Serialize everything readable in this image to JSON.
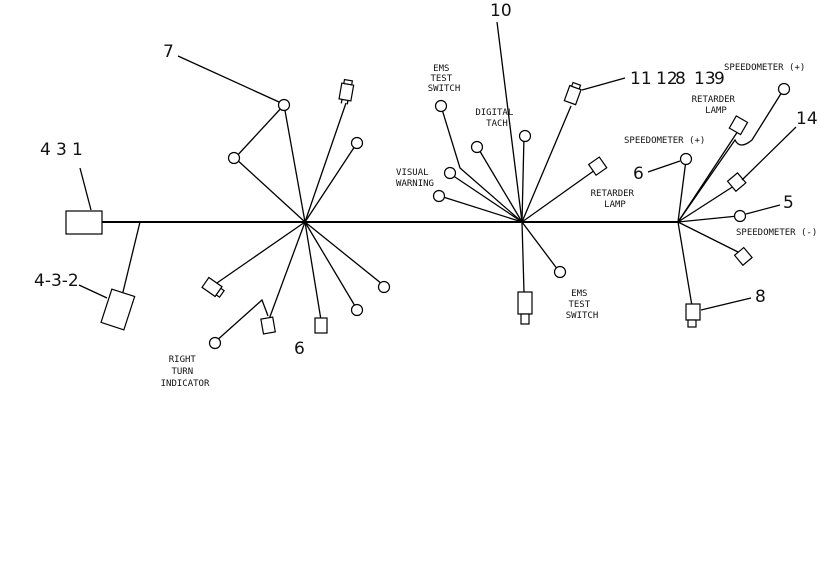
{
  "callouts": {
    "n7": "7",
    "n10": "10",
    "n11": "11",
    "n12": "12",
    "n8_top": "8",
    "n13": "13",
    "n9": "9",
    "n4": "4",
    "n3": "3",
    "n1": "1",
    "n14": "14",
    "n5": "5",
    "n6_right": "6",
    "n432": "4-3-2",
    "n6_left": "6",
    "n8_bottom": "8"
  },
  "labels": {
    "ems_test_switch_top": [
      "EMS",
      "TEST",
      "SWITCH"
    ],
    "digital_tach": [
      "DIGITAL",
      "TACH"
    ],
    "visual_warning": [
      "VISUAL",
      "WARNING"
    ],
    "retarder_lamp_mid": [
      "RETARDER",
      "LAMP"
    ],
    "retarder_lamp_top": [
      "RETARDER",
      "LAMP"
    ],
    "speedometer_plus_top": "SPEEDOMETER (+)",
    "speedometer_plus_mid": "SPEEDOMETER (+)",
    "speedometer_minus": "SPEEDOMETER (-)",
    "ems_test_switch_bottom": [
      "EMS",
      "TEST",
      "SWITCH"
    ],
    "right_turn_indicator": [
      "RIGHT",
      "TURN",
      "INDICATOR"
    ]
  }
}
